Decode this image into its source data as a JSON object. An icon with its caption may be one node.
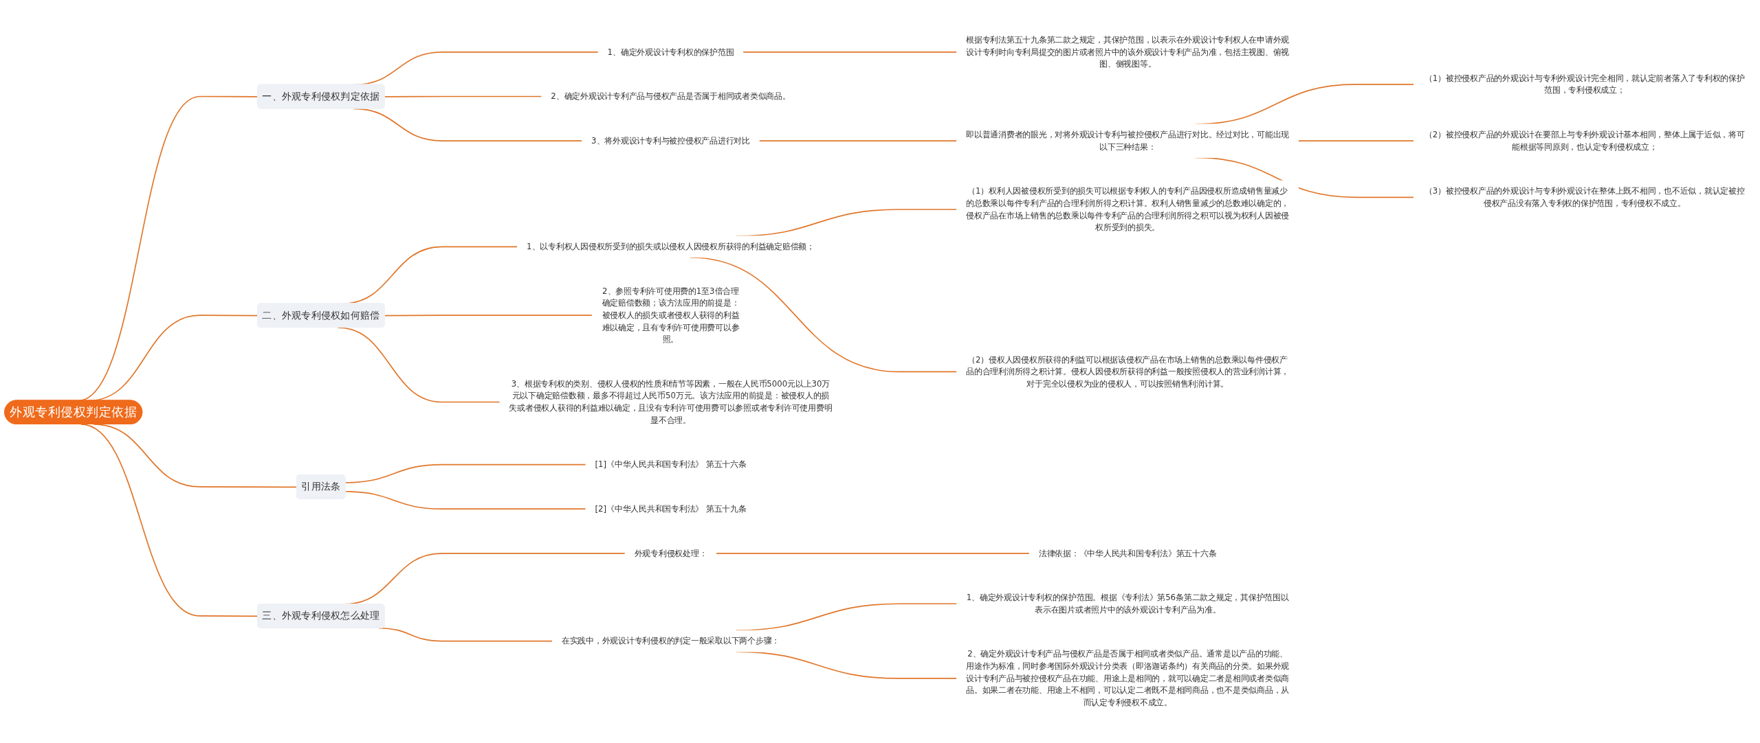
{
  "diagram": {
    "nodes": [
      {
        "text": [
          "外观专利侵权判定依据"
        ]
      },
      {
        "text": [
          "一、外观专利侵权判定依据"
        ]
      },
      {
        "text": [
          "1、确定外观设计专利权的保护范围"
        ]
      },
      {
        "text": [
          "根据专利法第五十九条第二款之规定，其保护范围，以表示在外观设计专利权人在申请外观设计专利时向专利局提交的图片或者照片中的该外观设计专利产品为准，包括主视图、俯视图、侧视图等。"
        ]
      },
      {
        "text": [
          "2、确定外观设计专利产品与侵权产品是否属于相同或者类似商品。"
        ]
      },
      {
        "text": [
          "3、将外观设计专利与被控侵权产品进行对比"
        ]
      },
      {
        "text": [
          "即以普通消费者的眼光，对将外观设计专利与被控侵权产品进行对比。经过对比，可能出现以下三种结果："
        ]
      },
      {
        "text": [
          "（1）被控侵权产品的外观设计与专利外观设计完全相同，就认定前者落入了专利权的保护范围，专利侵权成立；"
        ]
      },
      {
        "text": [
          "（2）被控侵权产品的外观设计在要部上与专利外观设计基本相同，整体上属于近似，将可能根据等同原则，也认定专利侵权成立；"
        ]
      },
      {
        "text": [
          "（3）被控侵权产品的外观设计与专利外观设计在整体上既不相同，也不近似，就认定被控侵权产品没有落入专利权的保护范围，专利侵权不成立。"
        ]
      },
      {
        "text": [
          "二、外观专利侵权如何赔偿"
        ]
      },
      {
        "text": [
          "1、以专利权人因侵权所受到的损失或以侵权人因侵权所获得的利益确定赔偿额；"
        ]
      },
      {
        "text": [
          "（1）权利人因被侵权所受到的损失可以根据专利权人的专利产品因侵权所造成销售量减少的总数乘以每件专利产品的合理利润所得之积计算。权利人销售量减少的总数难以确定的，侵权产品在市场上销售的总数乘以每件专利产品的合理利润所得之积可以视为权利人因被侵权所受到的损失。"
        ]
      },
      {
        "text": [
          "（2）侵权人因侵权所获得的利益可以根据该侵权产品在市场上销售的总数乘以每件侵权产品的合理利润所得之积计算。侵权人因侵权所获得的利益一般按照侵权人的营业利润计算，对于完全以侵权为业的侵权人，可以按照销售利润计算。"
        ]
      },
      {
        "text": [
          "2、参照专利许可使用费的1至3倍合理确定赔偿数额；该方法应用的前提是：被侵权人的损失或者侵权人获得的利益难以确定，且有专利许可使用费可以参照。"
        ]
      },
      {
        "text": [
          "3、根据专利权的类别、侵权人侵权的性质和情节等因素，一般在人民币5000元以上30万元以下确定赔偿数额，最多不得超过人民币50万元。该方法应用的前提是：被侵权人的损失或者侵权人获得的利益难以确定，且没有专利许可使用费可以参照或者专利许可使用费明显不合理。"
        ]
      },
      {
        "text": [
          "引用法条"
        ]
      },
      {
        "text": [
          "[1]《中华人民共和国专利法》 第五十六条"
        ]
      },
      {
        "text": [
          "[2]《中华人民共和国专利法》 第五十九条"
        ]
      },
      {
        "text": [
          "三、外观专利侵权怎么处理"
        ]
      },
      {
        "text": [
          "外观专利侵权处理："
        ]
      },
      {
        "text": [
          "法律依据：《中华人民共和国专利法》第五十六条"
        ]
      },
      {
        "text": [
          "在实践中，外观设计专利侵权的判定一般采取以下两个步骤："
        ]
      },
      {
        "text": [
          "1、确定外观设计专利权的保护范围。根据《专利法》第56条第二款之规定，其保护范围以表示在图片或者照片中的该外观设计专利产品为准。"
        ]
      },
      {
        "text": [
          "2、确定外观设计专利产品与侵权产品是否属于相同或者类似产品。通常是以产品的功能、用途作为标准，同时参考国际外观设计分类表（即洛迦诺条约）有关商品的分类。如果外观设计专利产品与被控侵权产品在功能、用途上是相同的，就可以确定二者是相同或者类似商品。如果二者在功能、用途上不相同，可以认定二者既不是相同商品，也不是类似商品，从而认定专利侵权不成立。"
        ]
      }
    ],
    "edges": [
      {
        "from": 0,
        "to": 1,
        "arrow": "none"
      },
      {
        "from": 1,
        "to": 2,
        "arrow": "none"
      },
      {
        "from": 2,
        "to": 3,
        "arrow": "none"
      },
      {
        "from": 1,
        "to": 4,
        "arrow": "none"
      },
      {
        "from": 1,
        "to": 5,
        "arrow": "none"
      },
      {
        "from": 5,
        "to": 6,
        "arrow": "none"
      },
      {
        "from": 6,
        "to": 7,
        "arrow": "none"
      },
      {
        "from": 6,
        "to": 8,
        "arrow": "none"
      },
      {
        "from": 6,
        "to": 9,
        "arrow": "none"
      },
      {
        "from": 0,
        "to": 10,
        "arrow": "none"
      },
      {
        "from": 10,
        "to": 11,
        "arrow": "none"
      },
      {
        "from": 11,
        "to": 12,
        "arrow": "none"
      },
      {
        "from": 11,
        "to": 13,
        "arrow": "none"
      },
      {
        "from": 10,
        "to": 14,
        "arrow": "none"
      },
      {
        "from": 10,
        "to": 15,
        "arrow": "none"
      },
      {
        "from": 0,
        "to": 16,
        "arrow": "none"
      },
      {
        "from": 16,
        "to": 17,
        "arrow": "none"
      },
      {
        "from": 16,
        "to": 18,
        "arrow": "none"
      },
      {
        "from": 0,
        "to": 19,
        "arrow": "none"
      },
      {
        "from": 19,
        "to": 20,
        "arrow": "none"
      },
      {
        "from": 20,
        "to": 21,
        "arrow": "none"
      },
      {
        "from": 19,
        "to": 22,
        "arrow": "none"
      },
      {
        "from": 22,
        "to": 23,
        "arrow": "none"
      },
      {
        "from": 22,
        "to": 24,
        "arrow": "none"
      }
    ]
  }
}
